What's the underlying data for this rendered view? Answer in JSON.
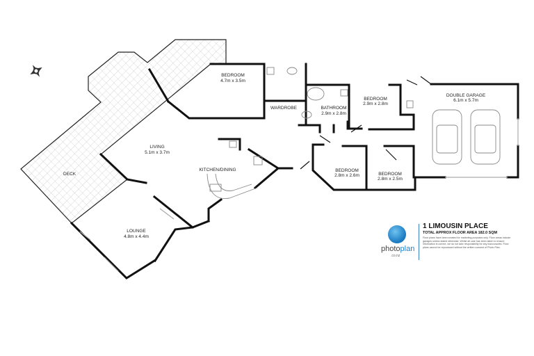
{
  "plan": {
    "rooms": {
      "deck": {
        "name": "DECK"
      },
      "living": {
        "name": "LIVING",
        "size": "5.1m x 3.7m"
      },
      "lounge": {
        "name": "LOUNGE",
        "size": "4.8m x 4.4m"
      },
      "kitchen": {
        "name": "KITCHEN/DINING"
      },
      "bedroom1": {
        "name": "BEDROOM",
        "size": "4.7m x 3.5m"
      },
      "wardrobe": {
        "name": "WARDROBE"
      },
      "bathroom": {
        "name": "BATHROOM",
        "size": "2.9m x 2.8m"
      },
      "bedroom2": {
        "name": "BEDROOM",
        "size": "2.9m x 2.8m"
      },
      "bedroom3": {
        "name": "BEDROOM",
        "size": "2.8m x 2.6m"
      },
      "bedroom4": {
        "name": "BEDROOM",
        "size": "2.8m x 2.5m"
      },
      "garage": {
        "name": "DOUBLE GARAGE",
        "size": "6.1m x 5.7m"
      }
    },
    "compass_icon": "compass-rose-icon"
  },
  "brand": {
    "logo_text_a": "photo",
    "logo_text_b": "plan",
    "logo_sub": ".co.nz",
    "title": "1 LIMOUSIN PLACE",
    "subtitle": "TOTAL APPROX FLOOR AREA 182.0 SQM",
    "disclaimer": "Floor plans have been created for marketing purposes only. Floor areas include garages unless stated otherwise. Whilst all care has been taken to ensure information is correct, we do not take responsibility for any inaccuracies. Floor plans cannot be reproduced without the written consent of Photo Plan.",
    "accent_color": "#1a82c8"
  }
}
